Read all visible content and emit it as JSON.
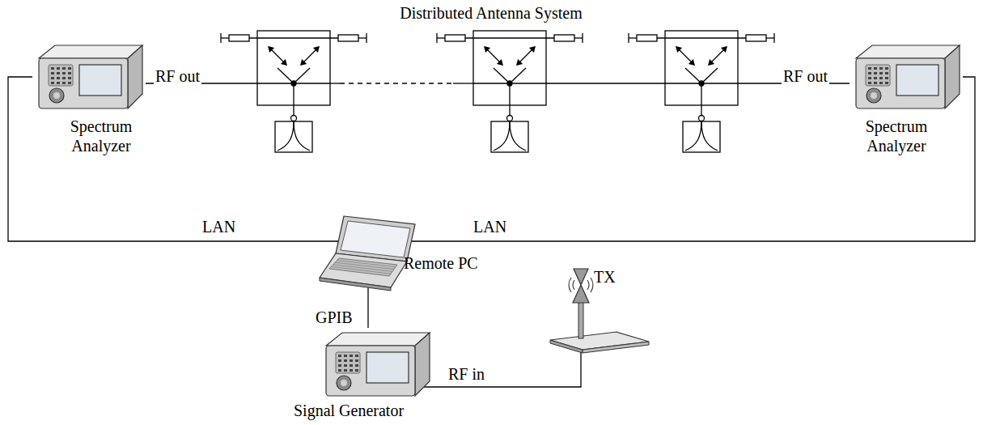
{
  "diagram": {
    "title": "Distributed Antenna System",
    "nodes": [
      {
        "text": [
          "Spectrum Analyzer"
        ]
      },
      {
        "text": [
          "Spectrum Analyzer"
        ]
      },
      {
        "text": [
          "Remote PC"
        ]
      },
      {
        "text": [
          "TX"
        ]
      },
      {
        "text": [
          "Signal Generator"
        ]
      }
    ],
    "edges": [
      {
        "from": 0,
        "to": 2,
        "label": "LAN",
        "arrow": "none"
      },
      {
        "from": 1,
        "to": 2,
        "label": "LAN",
        "arrow": "none"
      },
      {
        "from": 2,
        "to": 4,
        "label": "GPIB",
        "arrow": "none"
      },
      {
        "from": 4,
        "to": 3,
        "label": "RF in",
        "arrow": "none"
      }
    ],
    "labels": [
      "RF out",
      "RF out"
    ]
  }
}
